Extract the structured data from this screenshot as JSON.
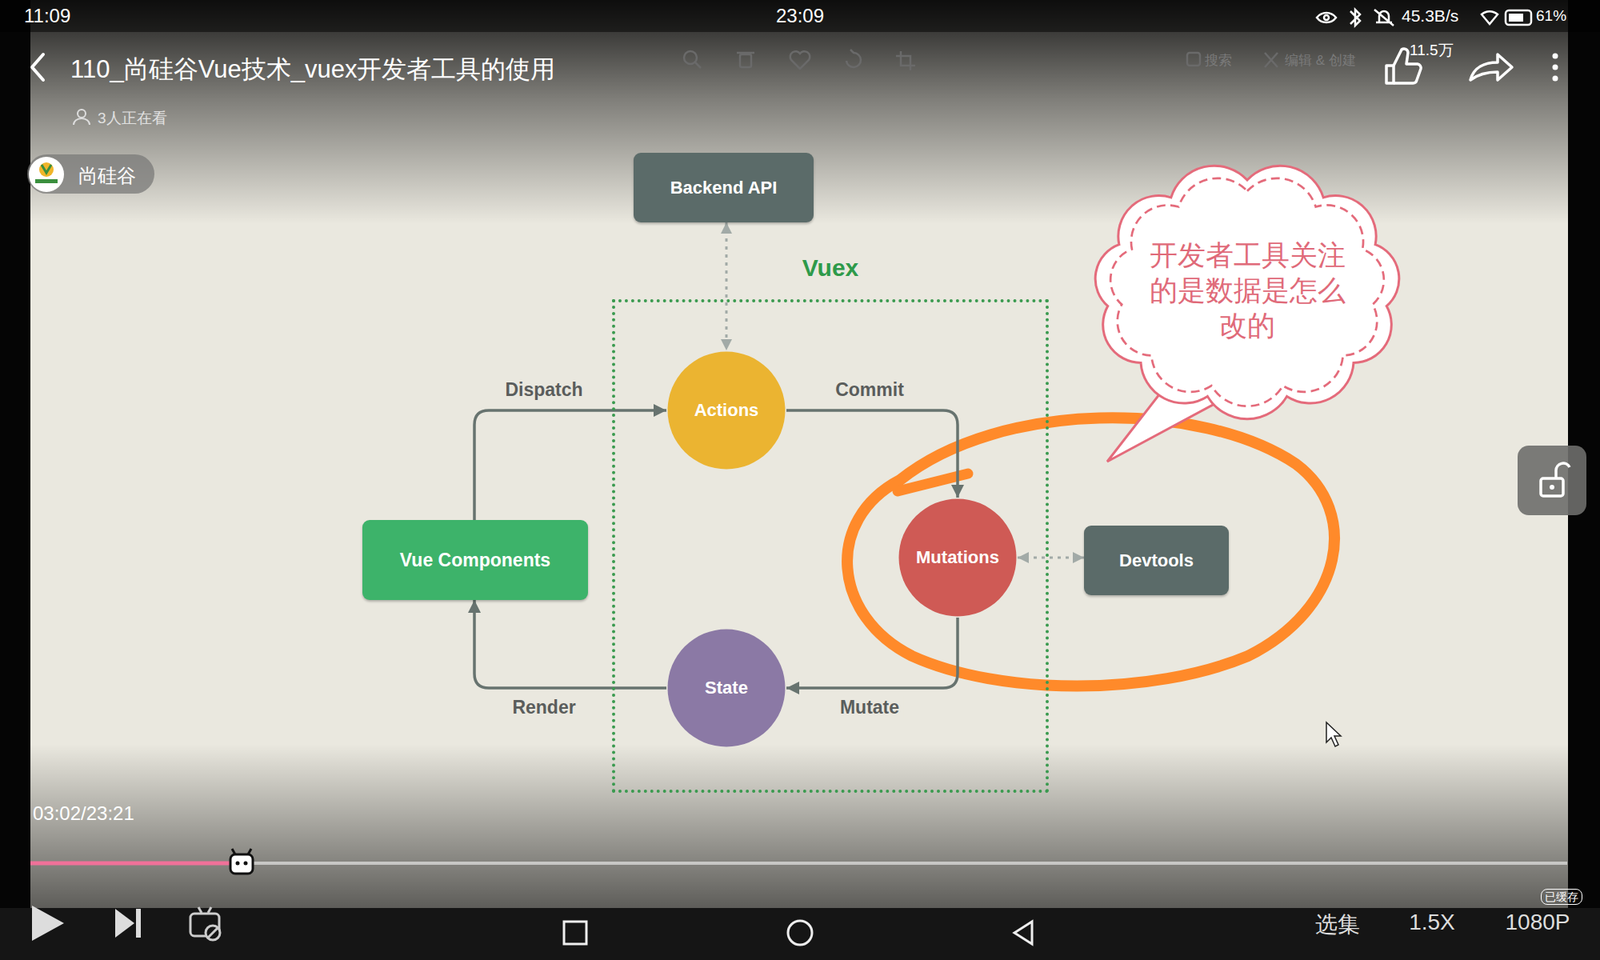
{
  "diagram": {
    "title": "110_尚硅谷Vue技术_vuex开发者工具的使用",
    "nodes": [
      {
        "text": [
          "Backend API"
        ]
      },
      {
        "text": [
          "Vuex"
        ]
      },
      {
        "text": [
          "Actions"
        ],
        "in": 1
      },
      {
        "text": [
          "Vue Components"
        ]
      },
      {
        "text": [
          "Mutations"
        ],
        "in": 1
      },
      {
        "text": [
          "Devtools"
        ]
      },
      {
        "text": [
          "State"
        ],
        "in": 1
      },
      {
        "text": [
          "开发者工具关注的是数据是怎么改的"
        ]
      }
    ],
    "edges": [
      {
        "from": 0,
        "to": 2,
        "arrow": "both"
      },
      {
        "from": 3,
        "to": 2,
        "label": "Dispatch",
        "arrow": "to"
      },
      {
        "from": 2,
        "to": 4,
        "label": "Commit",
        "arrow": "to"
      },
      {
        "from": 4,
        "to": 6,
        "label": "Mutate",
        "arrow": "to"
      },
      {
        "from": 6,
        "to": 3,
        "label": "Render",
        "arrow": "to"
      },
      {
        "from": 4,
        "to": 5,
        "arrow": "both"
      }
    ],
    "labels": [
      "11:09",
      "23:09",
      "45.3B/s",
      "61%",
      "3人正在看",
      "尚硅谷",
      "搜索",
      "编辑 & 创建",
      "11.5万",
      "03:02/23:21",
      "选集",
      "1.5X",
      "1080P",
      "已缓存"
    ]
  }
}
